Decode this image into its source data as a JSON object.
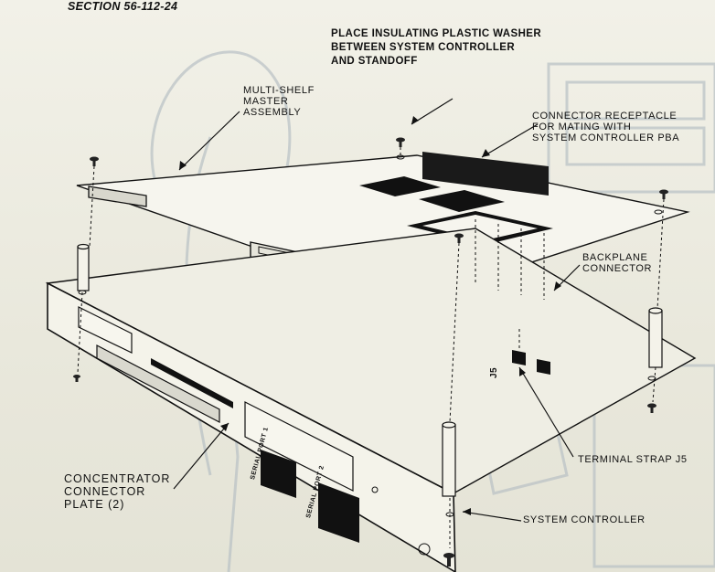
{
  "header": {
    "section": "SECTION 56-112-24"
  },
  "title": {
    "line1": "PLACE INSULATING PLASTIC WASHER",
    "line2": "BETWEEN SYSTEM CONTROLLER",
    "line3": "AND STANDOFF"
  },
  "labels": {
    "multi_shelf": {
      "line1": "MULTI-SHELF",
      "line2": "MASTER",
      "line3": "ASSEMBLY"
    },
    "connector_receptacle": {
      "line1": "CONNECTOR RECEPTACLE",
      "line2": "FOR MATING WITH",
      "line3": "SYSTEM CONTROLLER PBA"
    },
    "backplane": {
      "line1": "BACKPLANE",
      "line2": "CONNECTOR"
    },
    "concentrator": {
      "line1": "CONCENTRATOR",
      "line2": "CONNECTOR",
      "line3": "PLATE (2)"
    },
    "terminal_strap": "TERMINAL STRAP J5",
    "system_controller": "SYSTEM CONTROLLER",
    "j5": "J5",
    "serial_port_1": "SERIAL PORT 1",
    "serial_port_2": "SERIAL PORT 2"
  },
  "colors": {
    "paper": "#ecebe1",
    "ink": "#111111",
    "ghost": "#b9c2c6"
  }
}
